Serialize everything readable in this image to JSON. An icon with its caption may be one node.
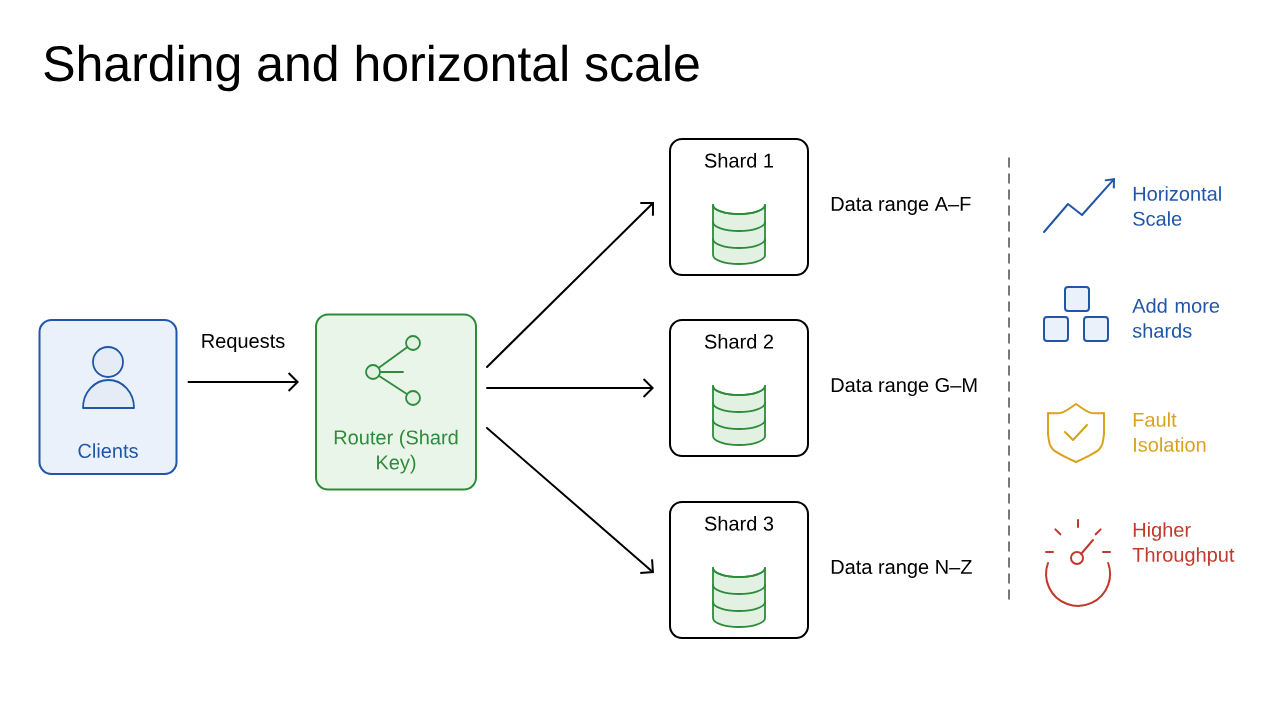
{
  "diagram": {
    "title": "Sharding and horizontal scale",
    "nodes": [
      {
        "text": [
          "Clients"
        ]
      },
      {
        "text": [
          "Router (Shard Key)"
        ]
      },
      {
        "text": [
          "Shard 1"
        ],
        "beside": [
          "Data range A–F"
        ]
      },
      {
        "text": [
          "Shard 2"
        ],
        "beside": [
          "Data range G–M"
        ]
      },
      {
        "text": [
          "Shard 3"
        ],
        "beside": [
          "Data range N–Z"
        ]
      }
    ],
    "edges": [
      {
        "from": 0,
        "to": 1,
        "arrow": "to",
        "label": "Requests"
      },
      {
        "from": 1,
        "to": 2,
        "arrow": "to"
      },
      {
        "from": 1,
        "to": 3,
        "arrow": "to"
      },
      {
        "from": 1,
        "to": 4,
        "arrow": "to"
      }
    ],
    "labels": [
      "Horizontal Scale",
      "Add more shards",
      "Fault Isolation",
      "Higher Throughput"
    ]
  }
}
